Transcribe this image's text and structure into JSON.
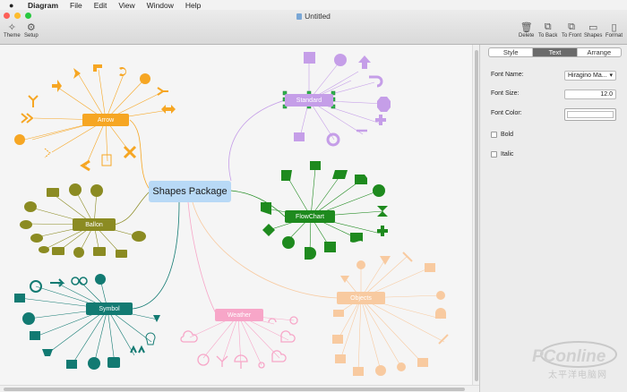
{
  "menubar": {
    "app": "Diagram",
    "items": [
      "File",
      "Edit",
      "View",
      "Window",
      "Help"
    ]
  },
  "window": {
    "title": "Untitled"
  },
  "toolbar": {
    "left": [
      {
        "label": "Theme",
        "icon": "wand-icon"
      },
      {
        "label": "Setup",
        "icon": "gear-icon"
      }
    ],
    "right": [
      {
        "label": "Delete",
        "icon": "trash-icon"
      },
      {
        "label": "To Back",
        "icon": "to-back-icon"
      },
      {
        "label": "To Front",
        "icon": "to-front-icon"
      },
      {
        "label": "Shapes",
        "icon": "shapes-icon"
      },
      {
        "label": "Format",
        "icon": "format-icon"
      }
    ]
  },
  "diagram": {
    "center": "Shapes Package",
    "branches": [
      {
        "label": "Arrow",
        "color": "#f6a623"
      },
      {
        "label": "Ballon",
        "color": "#8b8b22"
      },
      {
        "label": "Symbol",
        "color": "#127a72"
      },
      {
        "label": "Standard",
        "color": "#c59ee8"
      },
      {
        "label": "FlowChart",
        "color": "#1e8a1e"
      },
      {
        "label": "Weather",
        "color": "#f7a6c8"
      },
      {
        "label": "Objects",
        "color": "#f8caa0"
      }
    ]
  },
  "inspector": {
    "tabs": [
      "Style",
      "Text",
      "Arrange"
    ],
    "active_tab": "Text",
    "font_name_label": "Font Name:",
    "font_name_value": "Hiragino Ma...",
    "font_size_label": "Font Size:",
    "font_size_value": "12.0",
    "font_color_label": "Font Color:",
    "bold_label": "Bold",
    "italic_label": "Italic"
  },
  "watermark": {
    "brand": "PConline",
    "subtitle": "太平洋电脑网"
  }
}
